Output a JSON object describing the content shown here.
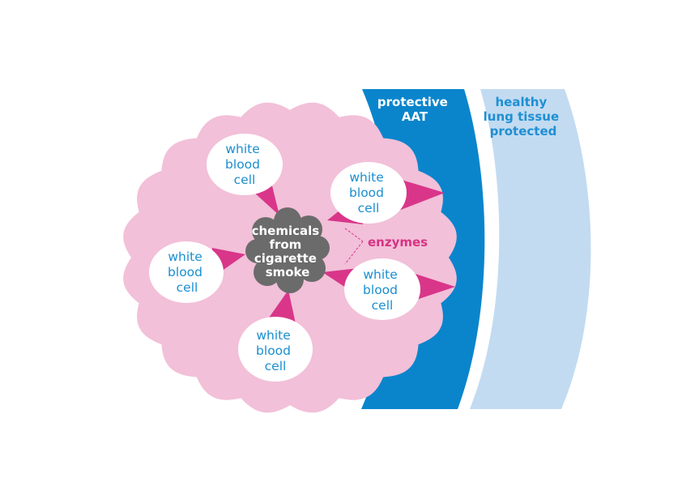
{
  "colors": {
    "tissue_pink": "#f2c0d8",
    "aat_blue": "#0a85cc",
    "lung_light_blue": "#c2dbf1",
    "enzyme_magenta": "#d9368a",
    "chemical_gray": "#6b6b6b",
    "cell_text_blue": "#1a8fd0"
  },
  "labels": {
    "aat": [
      "protective",
      "AAT"
    ],
    "lung": [
      "healthy",
      "lung tissue",
      "protected"
    ],
    "chemicals": [
      "chemicals",
      "from",
      "cigarette",
      "smoke"
    ],
    "enzymes": "enzymes",
    "cells": [
      [
        "white",
        "blood",
        "cell"
      ],
      [
        "white",
        "blood",
        "cell"
      ],
      [
        "white",
        "blood",
        "cell"
      ],
      [
        "white",
        "blood",
        "cell"
      ],
      [
        "white",
        "blood",
        "cell"
      ]
    ]
  }
}
